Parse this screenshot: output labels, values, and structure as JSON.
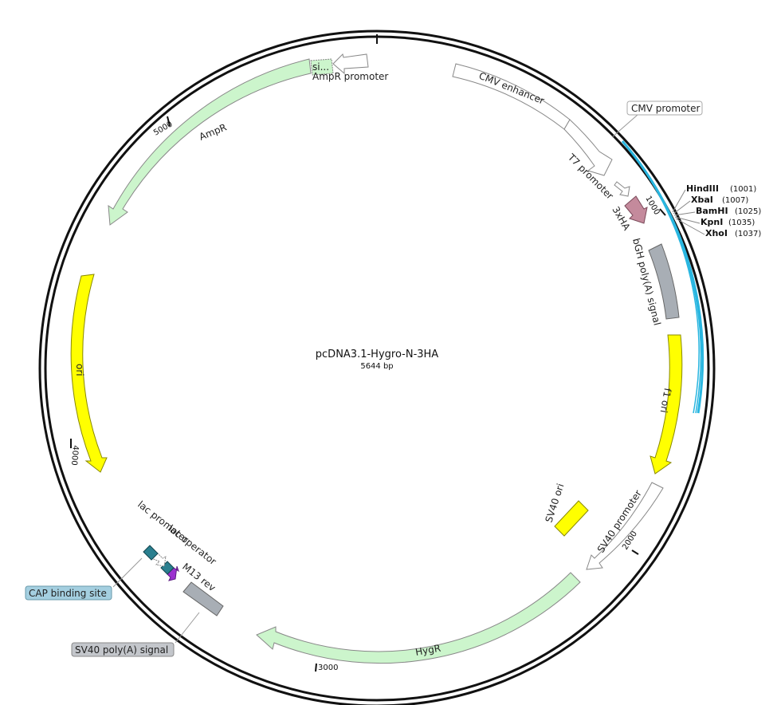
{
  "plasmid": {
    "name": "pcDNA3.1-Hygro-N-3HA",
    "length_label": "5644 bp"
  },
  "colors": {
    "backbone": "#111111",
    "mcs_highlight": "#29b6e0",
    "resistance": "#ccf5cc",
    "origin": "#ffff00",
    "promoter": "#ffffff",
    "polyA": "#a8aeb5",
    "tag": "#c48a9c",
    "protein_bind": "#2a7f8f",
    "primer": "#9b30d0"
  },
  "features": [
    {
      "label": "CMV enhancer"
    },
    {
      "label": "CMV promoter"
    },
    {
      "label": "T7 promoter"
    },
    {
      "label": "3xHA"
    },
    {
      "label": "bGH poly(A) signal"
    },
    {
      "label": "f1 ori"
    },
    {
      "label": "SV40 promoter"
    },
    {
      "label": "SV40 ori"
    },
    {
      "label": "HygR"
    },
    {
      "label": "SV40 poly(A) signal"
    },
    {
      "label": "M13 rev"
    },
    {
      "label": "lac operator"
    },
    {
      "label": "lac promoter"
    },
    {
      "label": "CAP binding site"
    },
    {
      "label": "ori"
    },
    {
      "label": "AmpR"
    },
    {
      "label": "AmpR promoter"
    },
    {
      "label": "si..."
    }
  ],
  "sites": [
    {
      "name": "HindIII",
      "pos": "(1001)"
    },
    {
      "name": "XbaI",
      "pos": "(1007)"
    },
    {
      "name": "BamHI",
      "pos": "(1025)"
    },
    {
      "name": "KpnI",
      "pos": "(1035)"
    },
    {
      "name": "XhoI",
      "pos": "(1037)"
    }
  ],
  "ticks": [
    {
      "label": "1000"
    },
    {
      "label": "2000"
    },
    {
      "label": "3000"
    },
    {
      "label": "4000"
    },
    {
      "label": "5000"
    }
  ]
}
